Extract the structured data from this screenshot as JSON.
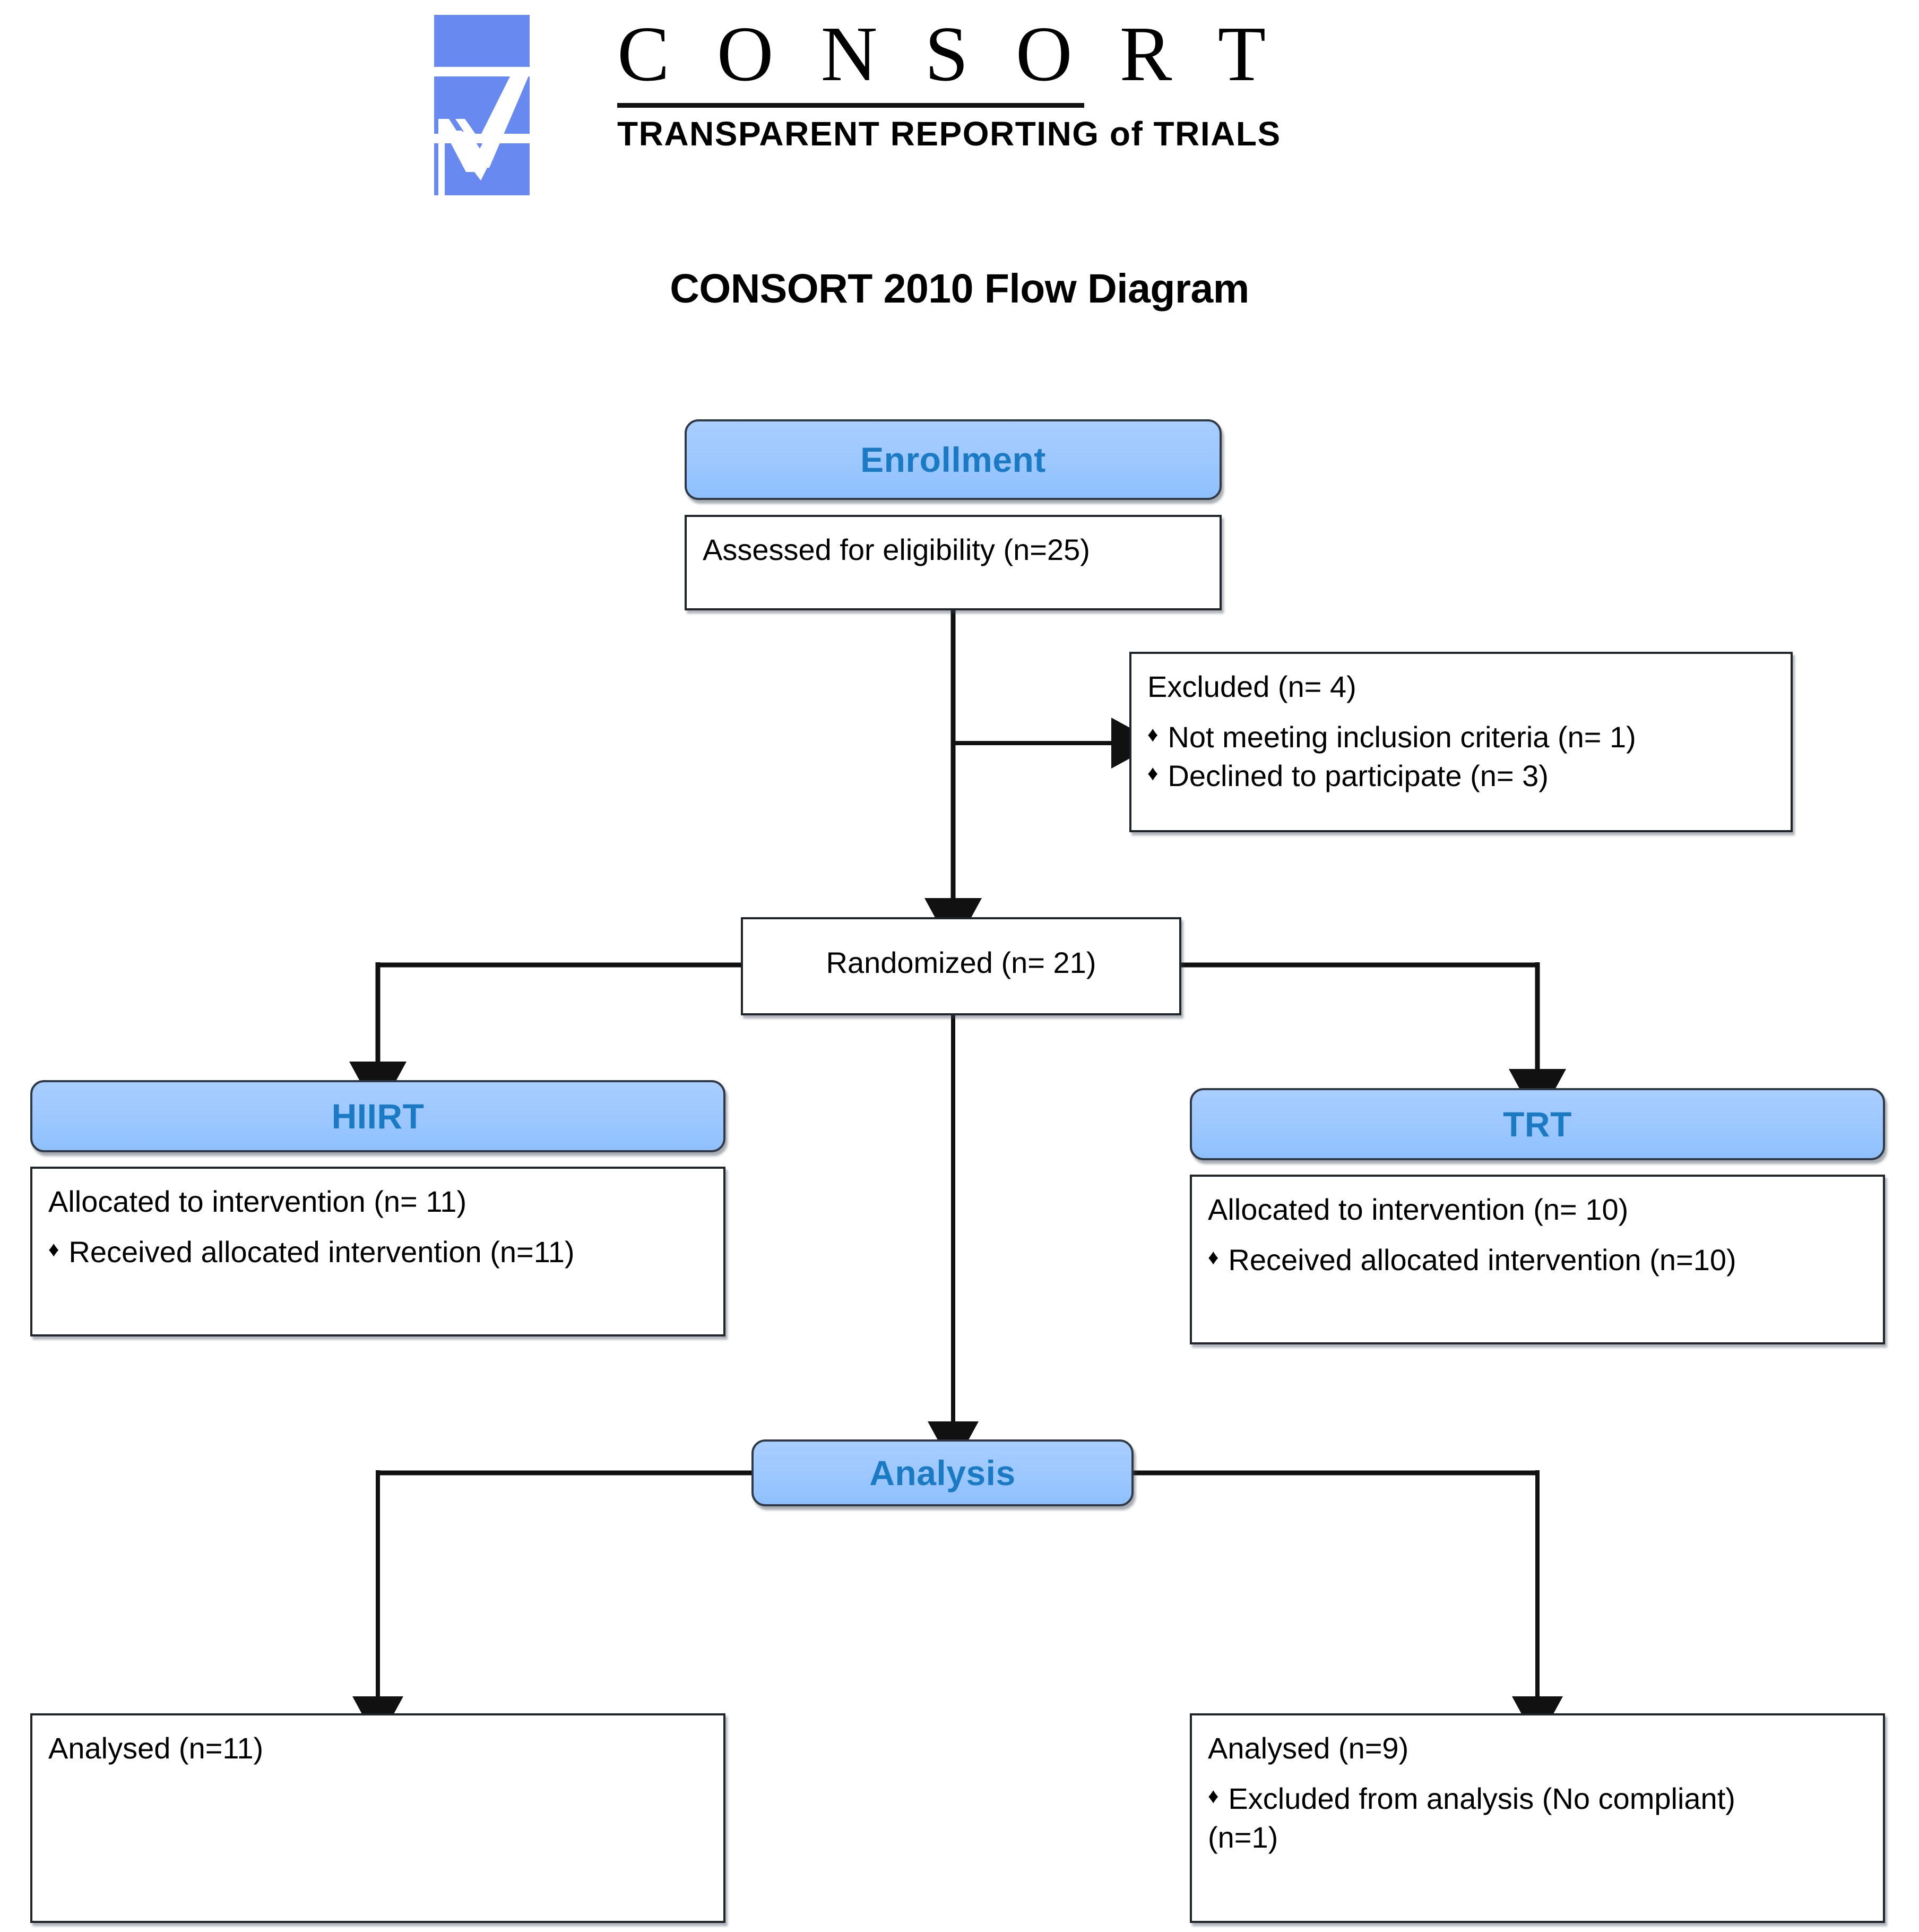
{
  "logo": {
    "wordmark": "C O N S O R T",
    "tagline": "TRANSPARENT REPORTING of TRIALS",
    "mark_icon": "consort-checkmark-logo",
    "brand_blue": "#6889F0"
  },
  "diagram": {
    "title": "CONSORT 2010 Flow Diagram",
    "header_fill": "#9CC7FF",
    "header_text_color": "#1A7BC4",
    "bullet_glyph": "♦"
  },
  "enrollment": {
    "header": "Enrollment",
    "assessed": "Assessed for eligibility (n=25)"
  },
  "excluded": {
    "title": "Excluded (n= 4)",
    "reasons": [
      "Not meeting inclusion criteria (n= 1)",
      "Declined to participate (n= 3)"
    ]
  },
  "randomized": {
    "label": "Randomized (n= 21)"
  },
  "allocation": {
    "left": {
      "header": "HIIRT",
      "allocated": "Allocated to intervention (n= 11)",
      "received": "Received allocated intervention (n=11)"
    },
    "right": {
      "header": "TRT",
      "allocated": "Allocated to intervention (n= 10)",
      "received": "Received allocated intervention (n=10)"
    }
  },
  "analysis": {
    "header": "Analysis",
    "left": {
      "analysed": "Analysed  (n=11)"
    },
    "right": {
      "analysed": "Analysed  (n=9)",
      "excluded": "Excluded from analysis (No compliant)",
      "excluded_count": "(n=1)"
    }
  }
}
